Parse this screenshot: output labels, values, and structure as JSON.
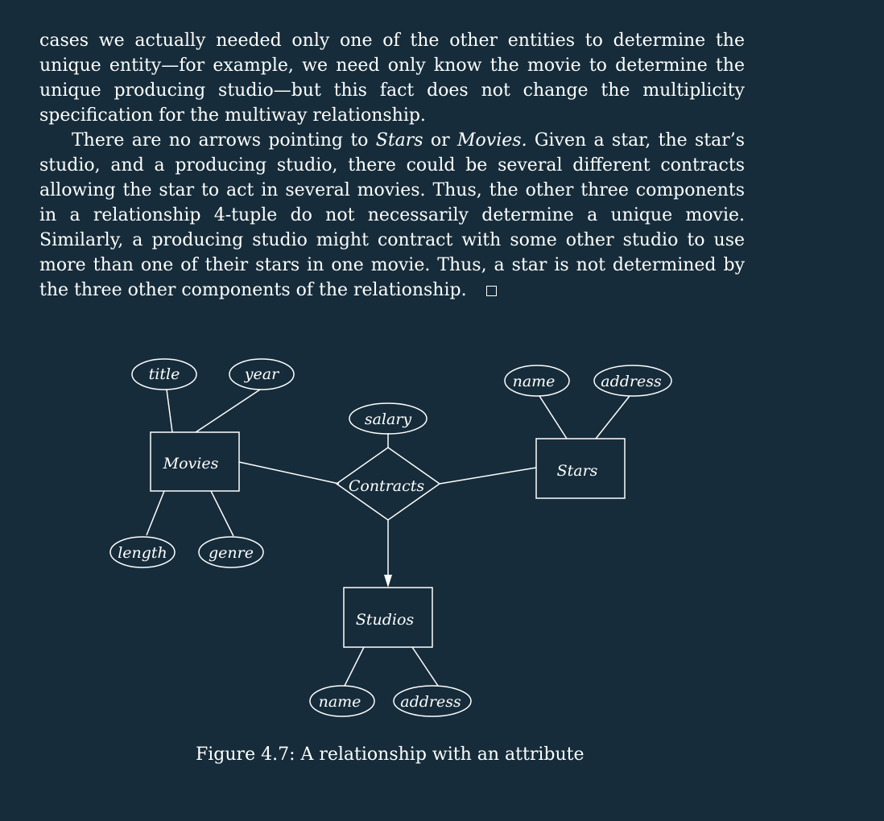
{
  "text": {
    "paragraph1": "cases we actually needed only one of the other entities to determine the unique entity—for example, we need only know the movie to determine the unique producing studio—but this fact does not change the multiplicity specification for the multiway relationship.",
    "paragraph2": {
      "part1": "There are no arrows pointing to ",
      "stars": "Stars",
      "part2": " or ",
      "movies": "Movies.",
      "part3": " Given a star, the star’s studio, and a producing studio, there could be several different contracts allowing the star to act in several movies. Thus, the other three components in a relationship 4-tuple do not necessarily determine a unique movie. Similarly, a producing studio might contract with some other studio to use more than one of their stars in one movie. Thus, a star is not determined by the three other components of the relationship."
    }
  },
  "diagram": {
    "entities": {
      "movies": "Movies",
      "stars": "Stars",
      "studios": "Studios"
    },
    "relationship": "Contracts",
    "attributes": {
      "movies_title": "title",
      "movies_year": "year",
      "movies_length": "length",
      "movies_genre": "genre",
      "contracts_salary": "salary",
      "stars_name": "name",
      "stars_address": "address",
      "studios_name": "name",
      "studios_address": "address"
    }
  },
  "caption": "Figure 4.7: A relationship with an attribute"
}
